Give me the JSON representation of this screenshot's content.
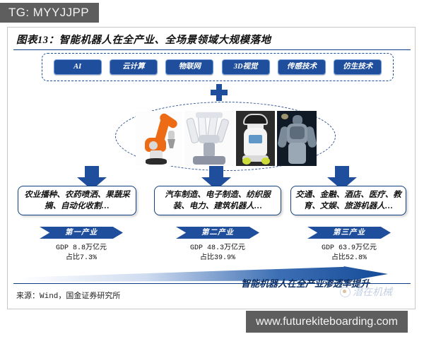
{
  "overlay": {
    "tg_tag": "TG: MYYJJPP",
    "url_bar": "www.futurekiteboarding.com"
  },
  "figure": {
    "title": "图表13：智能机器人在全产业、全场景领域大规模落地",
    "source": "来源：Wind，国金证券研究所",
    "watermark": "潜在机械"
  },
  "tech_box": {
    "chips": [
      {
        "label": "AI"
      },
      {
        "label": "云计算"
      },
      {
        "label": "物联网"
      },
      {
        "label": "3D视觉"
      },
      {
        "label": "传感技术"
      },
      {
        "label": "仿生技术"
      }
    ]
  },
  "robots": [
    {
      "name": "industrial-arm-robot"
    },
    {
      "name": "surgical-robot"
    },
    {
      "name": "service-robot"
    },
    {
      "name": "humanoid-robot"
    }
  ],
  "columns": [
    {
      "scenarios": "农业播种、农药喷洒、果蔬采摘、自动化收割…",
      "industry": "第一产业",
      "gdp": "GDP 8.8万亿元",
      "share": "占比7.3%"
    },
    {
      "scenarios": "汽车制造、电子制造、纺织服装、电力、建筑机器人…",
      "industry": "第二产业",
      "gdp": "GDP 48.3万亿元",
      "share": "占比39.9%"
    },
    {
      "scenarios": "交通、金融、酒店、医疗、教育、文娱、旅游机器人…",
      "industry": "第三产业",
      "gdp": "GDP 63.9万亿元",
      "share": "占比52.8%"
    }
  ],
  "trend_arrow": {
    "label": "智能机器人在全产业渗透率提升"
  },
  "colors": {
    "brand_blue": "#1f4e9c",
    "dark_blue": "#13407e",
    "overlay_grey": "#5e5e5e",
    "robot_orange": "#ee6b16"
  }
}
